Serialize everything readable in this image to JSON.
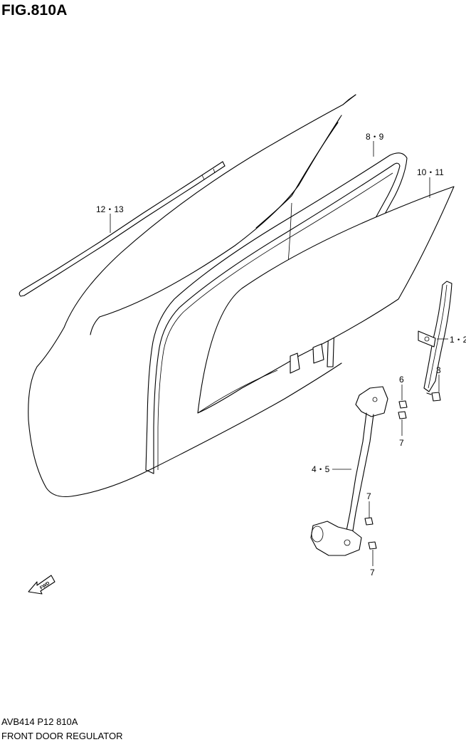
{
  "figure": {
    "title": "FIG.810A",
    "code": "AVB414 P12 810A",
    "name": "FRONT DOOR REGULATOR"
  },
  "callouts": {
    "c12_13": "12・13",
    "c8_9": "8・9",
    "c10_11": "10・11",
    "c1_2": "1・2",
    "c3": "3",
    "c6": "6",
    "c7a": "7",
    "c4_5": "4・5",
    "c7b": "7",
    "c7c": "7"
  },
  "fwd_label": "FWD"
}
